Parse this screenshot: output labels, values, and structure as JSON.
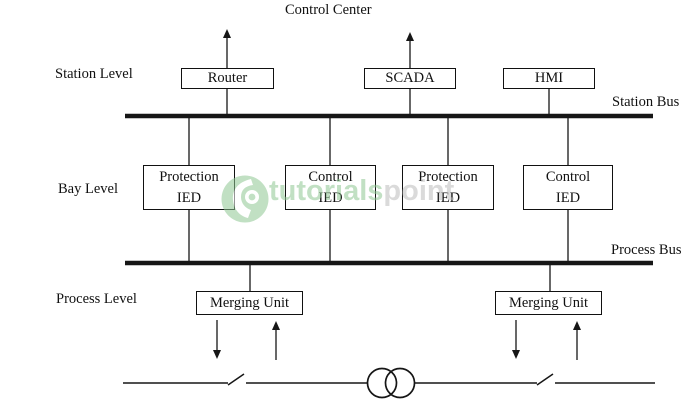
{
  "diagram": {
    "title": "Control Center",
    "levels": {
      "station": "Station Level",
      "bay": "Bay Level",
      "process": "Process Level"
    },
    "buses": {
      "station": "Station Bus",
      "process": "Process Bus"
    },
    "station_devices": [
      {
        "label": "Router"
      },
      {
        "label": "SCADA"
      },
      {
        "label": "HMI"
      }
    ],
    "bay_devices": [
      {
        "line1": "Protection",
        "line2": "IED"
      },
      {
        "line1": "Control",
        "line2": "IED"
      },
      {
        "line1": "Protection",
        "line2": "IED"
      },
      {
        "line1": "Control",
        "line2": "IED"
      }
    ],
    "process_devices": [
      {
        "label": "Merging Unit"
      },
      {
        "label": "Merging Unit"
      }
    ],
    "symbols": {
      "transformer": "two-overlapping-circles",
      "disconnector_switches": 2,
      "uplink_arrows_to_control_center": 2,
      "merging_unit_signal_arrows": "down-and-up-pair-under-each-merging-unit"
    },
    "colors": {
      "line": "#161616",
      "background": "#ffffff",
      "watermark_green": "#8fc893",
      "watermark_gray": "#bdbdbd"
    },
    "watermark": {
      "part1": "tutorials",
      "part2": "point"
    }
  }
}
